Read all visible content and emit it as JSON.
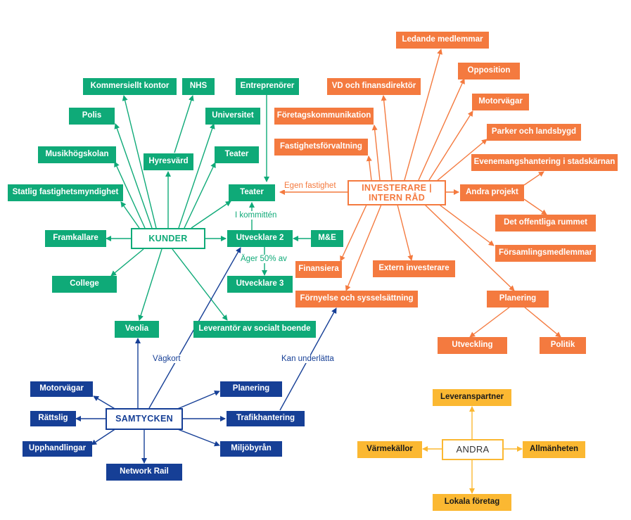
{
  "hubs": {
    "kunder": "KUNDER",
    "investerare_line1": "INVESTERARE |",
    "investerare_line2": "INTERN RÅD",
    "samtycken": "SAMTYCKEN",
    "andra": "ANDRA"
  },
  "green_nodes": {
    "kommersiellt_kontor": "Kommersiellt kontor",
    "nhs": "NHS",
    "entreprenorer": "Entreprenörer",
    "polis": "Polis",
    "universitet": "Universitet",
    "musikhogskolan": "Musikhögskolan",
    "hyresvard": "Hyresvärd",
    "teater_top": "Teater",
    "statlig": "Statlig fastighetsmyndighet",
    "teater_mid": "Teater",
    "framkallare": "Framkallare",
    "utvecklare2": "Utvecklare 2",
    "me": "M&E",
    "college": "College",
    "utvecklare3": "Utvecklare 3",
    "veolia": "Veolia",
    "leverantor": "Leverantör av socialt boende"
  },
  "orange_nodes": {
    "ledande": "Ledande medlemmar",
    "opposition": "Opposition",
    "vd": "VD och finansdirektör",
    "motorvagar": "Motorvägar",
    "foretagskommunikation": "Företagskommunikation",
    "parker": "Parker och landsbygd",
    "fastighetsforvaltning": "Fastighetsförvaltning",
    "evenemang": "Evenemangshantering i stadskärnan",
    "andra_projekt": "Andra projekt",
    "offentliga": "Det offentliga rummet",
    "forsamling": "Församlingsmedlemmar",
    "finansiera": "Finansiera",
    "extern": "Extern investerare",
    "fornyelse": "Förnyelse och sysselsättning",
    "planering": "Planering",
    "utveckling": "Utveckling",
    "politik": "Politik"
  },
  "blue_nodes": {
    "motorvagar": "Motorvägar",
    "planering": "Planering",
    "rattslig": "Rättslig",
    "trafikhantering": "Trafikhantering",
    "upphandlingar": "Upphandlingar",
    "miljobyran": "Miljöbyrån",
    "network_rail": "Network Rail"
  },
  "yellow_nodes": {
    "leveranspartner": "Leveranspartner",
    "varmekallor": "Värmekällor",
    "allmanheten": "Allmänheten",
    "lokala": "Lokala företag"
  },
  "edge_labels": {
    "egen_fastighet": "Egen fastighet",
    "i_kommitten": "I kommittén",
    "ager": "Äger 50% av",
    "vagkort": "Vägkort",
    "kan_underlatta": "Kan underlätta"
  },
  "colors": {
    "green": "#0faa78",
    "orange": "#f47a3f",
    "blue": "#163f96",
    "yellow": "#fbb832"
  }
}
